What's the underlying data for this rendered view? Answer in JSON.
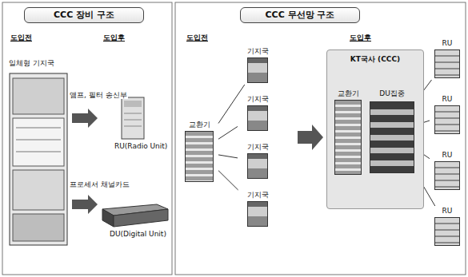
{
  "diagram": {
    "nodes": [
      {
        "text": [
          "CCC 장비 구조"
        ]
      },
      {
        "text": [
          "CCC 무선망 구조"
        ]
      },
      {
        "text": [
          "교환기"
        ]
      },
      {
        "text": [
          "기지국"
        ]
      },
      {
        "text": [
          "기지국"
        ]
      },
      {
        "text": [
          "기지국"
        ]
      },
      {
        "text": [
          "기지국"
        ]
      },
      {
        "text": [
          "KT국사 (CCC)"
        ]
      },
      {
        "text": [
          "교환기"
        ],
        "in": 7
      },
      {
        "text": [
          "DU집중"
        ],
        "in": 7
      },
      {
        "text": [
          "RU"
        ]
      },
      {
        "text": [
          "RU"
        ]
      },
      {
        "text": [
          "RU"
        ]
      },
      {
        "text": [
          "RU"
        ]
      }
    ],
    "edges": [
      {
        "from": 2,
        "to": 3,
        "arrow": "none"
      },
      {
        "from": 2,
        "to": 4,
        "arrow": "none"
      },
      {
        "from": 2,
        "to": 5,
        "arrow": "none"
      },
      {
        "from": 2,
        "to": 6,
        "arrow": "none"
      },
      {
        "from": 9,
        "to": 10,
        "arrow": "none"
      },
      {
        "from": 9,
        "to": 11,
        "arrow": "none"
      },
      {
        "from": 9,
        "to": 12,
        "arrow": "none"
      },
      {
        "from": 9,
        "to": 13,
        "arrow": "none"
      }
    ],
    "labels": [
      "도입전",
      "도입후",
      "일체형 기지국",
      "앰프, 필터 송신부",
      "RU(Radio Unit)",
      "프로세서 채널카드",
      "DU(Digital Unit)",
      "도입전",
      "도입후"
    ]
  }
}
